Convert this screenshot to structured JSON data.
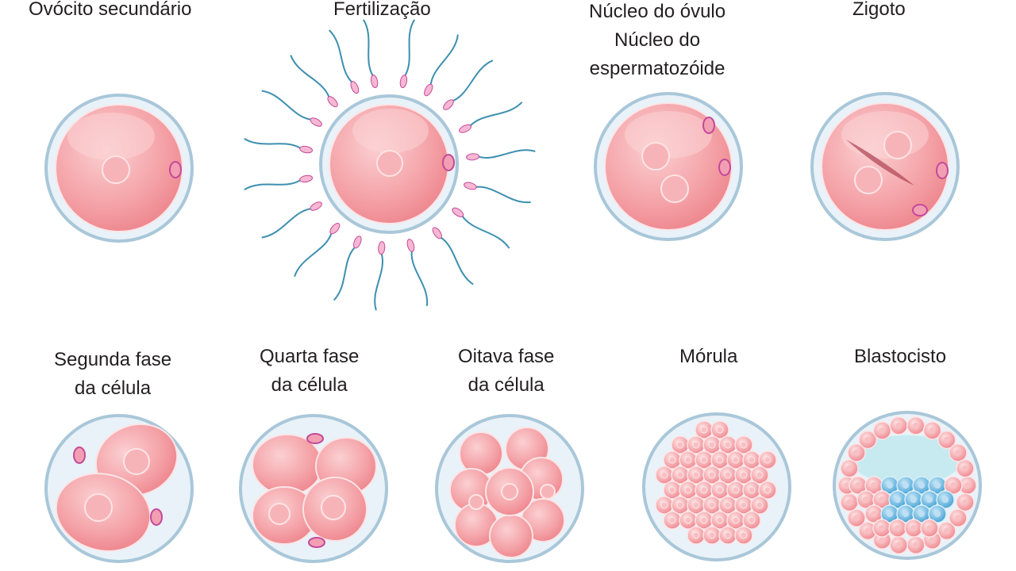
{
  "stages": [
    {
      "id": "ovocito",
      "lines": [
        "Ovócito secundário"
      ]
    },
    {
      "id": "fertilizacao",
      "lines": [
        "Fertilização"
      ]
    },
    {
      "id": "nucleos",
      "lines": [
        "Núcleo do óvulo",
        "Núcleo do",
        "espermatozóide"
      ]
    },
    {
      "id": "zigoto",
      "lines": [
        "Zigoto"
      ]
    },
    {
      "id": "segunda",
      "lines": [
        "Segunda fase",
        "da célula"
      ]
    },
    {
      "id": "quarta",
      "lines": [
        "Quarta fase",
        "da célula"
      ]
    },
    {
      "id": "oitava",
      "lines": [
        "Oitava fase",
        "da célula"
      ]
    },
    {
      "id": "morula",
      "lines": [
        "Mórula"
      ]
    },
    {
      "id": "blastocisto",
      "lines": [
        "Blastocisto"
      ]
    }
  ],
  "colors": {
    "zona": "#a9c7d9",
    "zonaFill": "#e9f2f8",
    "cell": "#f07f86",
    "cellLight": "#fbd3d5",
    "polar": "#c4499a",
    "sperm": "#3d8fb0",
    "innerMass": "#3a9ad0",
    "cavity": "#c6eaf0"
  }
}
